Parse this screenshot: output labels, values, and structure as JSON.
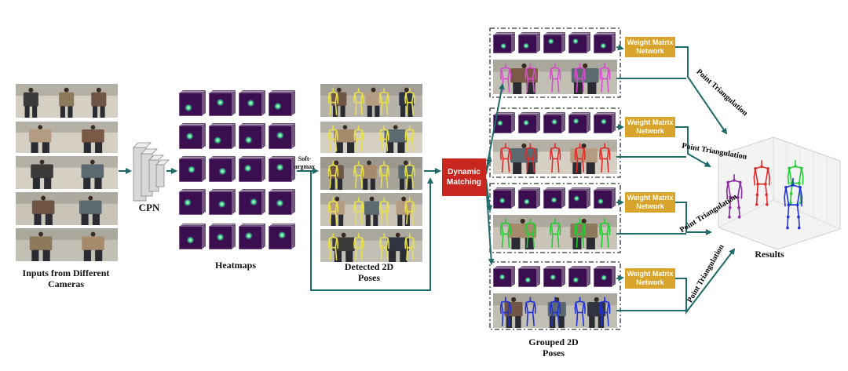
{
  "labels": {
    "inputs": "Inputs from Different Cameras",
    "cpn": "CPN",
    "heatmaps": "Heatmaps",
    "soft_argmax": "Soft-argmax",
    "detected": "Detected 2D Poses",
    "dynamic_matching": "Dynamic Matching",
    "weight_matrix": "Weight Matrix Network",
    "point_triangulation": "Point Triangulation",
    "grouped": "Grouped 2D Poses",
    "results": "Results"
  },
  "colors": {
    "arrow": "#1f6b6b",
    "heatmap_bg": "#3b0f4f",
    "heatmap_dot": "#3fe0a0",
    "weight_box": "#d9a42c",
    "matching_box": "#c8261e",
    "skeleton_detected": "#e8e04a",
    "skeleton_groups": [
      "#d94dd0",
      "#e02b2b",
      "#22cc33",
      "#2230d8"
    ],
    "results_skeletons": [
      "#8b2ba3",
      "#e02b2b",
      "#22cc33",
      "#2230d8"
    ]
  }
}
